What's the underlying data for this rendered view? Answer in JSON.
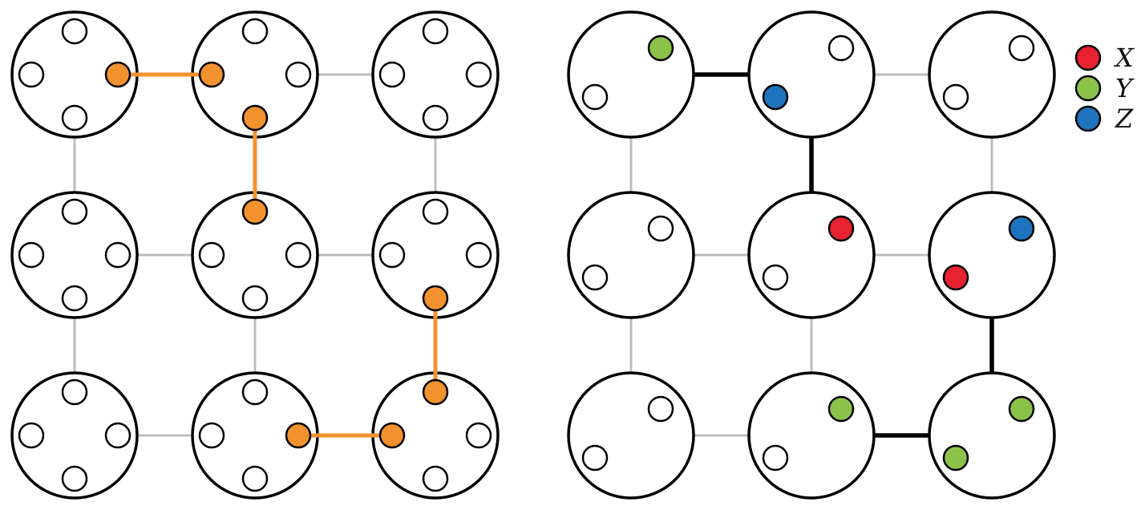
{
  "colors": {
    "outline": "#000000",
    "grid_edge": "#bdbdbd",
    "path_orange": "#f2922f",
    "qubit_x": "#e8232f",
    "qubit_y": "#8bc34a",
    "qubit_z": "#1e73be",
    "empty_fill": "#ffffff"
  },
  "left_panel": {
    "rows": 3,
    "cols": 3,
    "highlighted_path": [
      {
        "from": [
          0,
          0,
          "E"
        ],
        "to": [
          0,
          1,
          "W"
        ]
      },
      {
        "from": [
          0,
          1,
          "S"
        ],
        "to": [
          1,
          1,
          "N"
        ]
      },
      {
        "from": [
          1,
          2,
          "S"
        ],
        "to": [
          2,
          2,
          "N"
        ]
      },
      {
        "from": [
          2,
          1,
          "E"
        ],
        "to": [
          2,
          2,
          "W"
        ]
      }
    ]
  },
  "right_panel": {
    "rows": 3,
    "cols": 3,
    "nodes": [
      {
        "row": 0,
        "col": 0,
        "a": "Y",
        "b": "none"
      },
      {
        "row": 0,
        "col": 1,
        "a": "none",
        "b": "Z"
      },
      {
        "row": 0,
        "col": 2,
        "a": "none",
        "b": "none"
      },
      {
        "row": 1,
        "col": 0,
        "a": "none",
        "b": "none"
      },
      {
        "row": 1,
        "col": 1,
        "a": "X",
        "b": "none"
      },
      {
        "row": 1,
        "col": 2,
        "a": "Z",
        "b": "X"
      },
      {
        "row": 2,
        "col": 0,
        "a": "none",
        "b": "none"
      },
      {
        "row": 2,
        "col": 1,
        "a": "Y",
        "b": "none"
      },
      {
        "row": 2,
        "col": 2,
        "a": "Y",
        "b": "Y"
      }
    ],
    "bold_edges": [
      {
        "from": [
          0,
          0
        ],
        "to": [
          0,
          1
        ]
      },
      {
        "from": [
          0,
          1
        ],
        "to": [
          1,
          1
        ]
      },
      {
        "from": [
          1,
          2
        ],
        "to": [
          2,
          2
        ]
      },
      {
        "from": [
          2,
          1
        ],
        "to": [
          2,
          2
        ]
      }
    ]
  },
  "legend": {
    "items": [
      {
        "key": "X",
        "label": "X",
        "color": "#e8232f"
      },
      {
        "key": "Y",
        "label": "Y",
        "color": "#8bc34a"
      },
      {
        "key": "Z",
        "label": "Z",
        "color": "#1e73be"
      }
    ]
  }
}
